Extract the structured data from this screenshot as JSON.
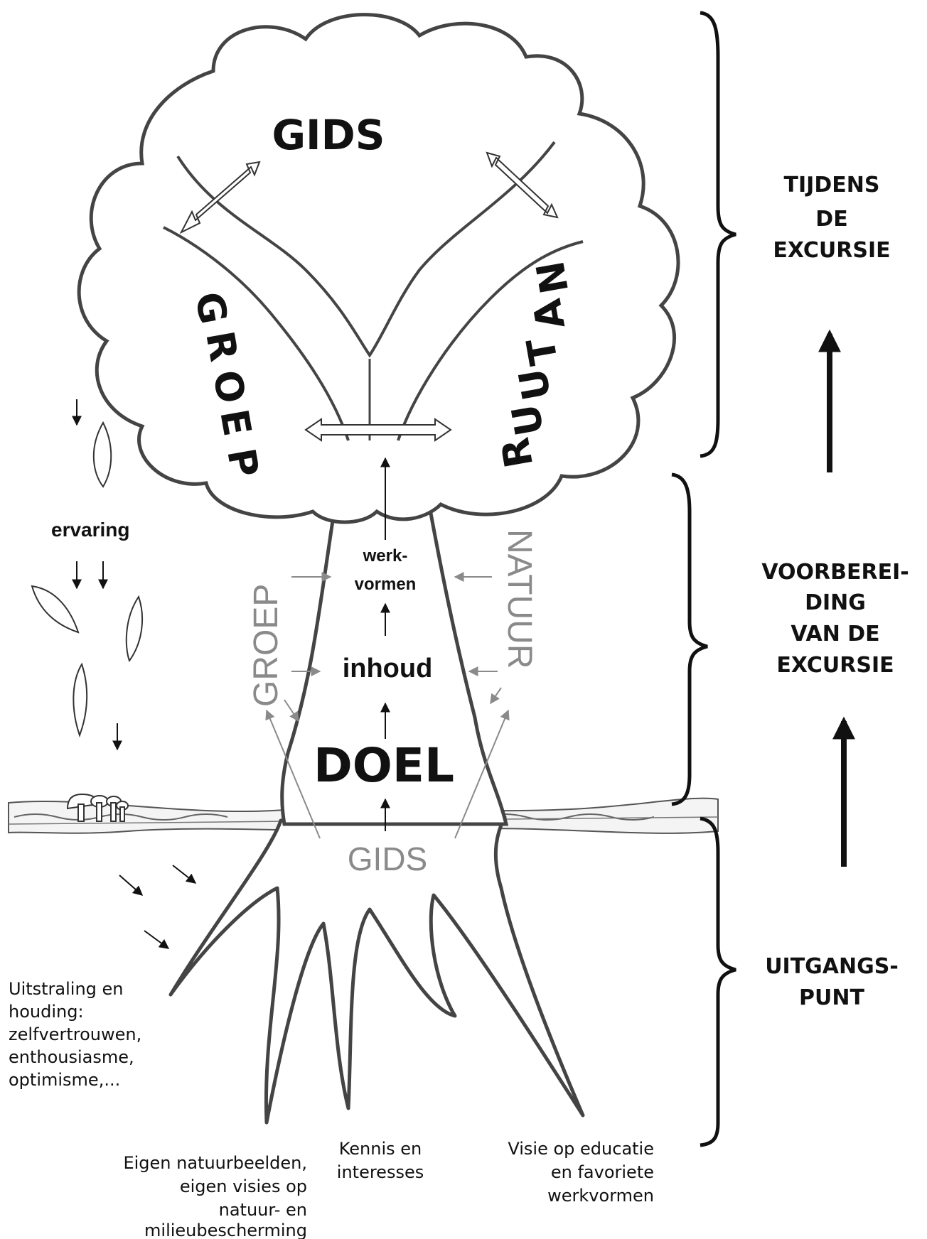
{
  "crown": {
    "gids": "GIDS",
    "groep_letters": [
      "G",
      "R",
      "O",
      "E",
      "P"
    ],
    "natuur_letters": [
      "N",
      "A",
      "T",
      "U",
      "U",
      "R"
    ]
  },
  "trunk": {
    "werkvormen_line1": "werk-",
    "werkvormen_line2": "vormen",
    "inhoud": "inhoud",
    "doel": "DOEL",
    "groep": "GROEP",
    "natuur": "NATUUR"
  },
  "roots": {
    "gids": "GIDS",
    "kennis": [
      "Kennis en",
      "interesses"
    ],
    "visie": [
      "Visie op educatie",
      "en favoriete",
      "werkvormen"
    ],
    "eigen": [
      "Eigen natuurbeelden,",
      "eigen visies op",
      "natuur- en",
      "milieubescherming"
    ],
    "uitstraling": [
      "Uitstraling en",
      "houding:",
      "zelfvertrouwen,",
      "enthousiasme,",
      "optimisme,..."
    ]
  },
  "ervaring": "ervaring",
  "stages": {
    "tijdens": [
      "TIJDENS",
      "DE",
      "EXCURSIE"
    ],
    "voorbereiding": [
      "VOORBEREI-",
      "DING",
      "VAN DE",
      "EXCURSIE"
    ],
    "uitgangspunt": [
      "UITGANGS-",
      "PUNT"
    ]
  }
}
